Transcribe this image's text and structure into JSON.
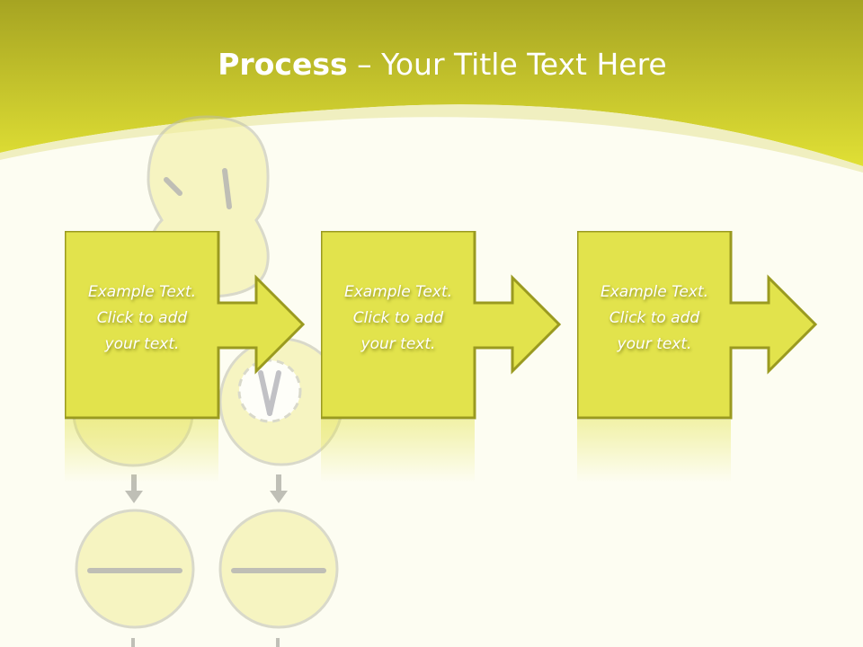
{
  "title": {
    "bold": "Process",
    "rest": " – Your Title Text Here"
  },
  "steps": [
    {
      "line1": "Example Text.",
      "line2": "Click  to add",
      "line3": "your text."
    },
    {
      "line1": "Example Text.",
      "line2": "Click  to add",
      "line3": "your text."
    },
    {
      "line1": "Example Text.",
      "line2": "Click  to add",
      "line3": "your text."
    }
  ],
  "colors": {
    "header": "#c8cc2a",
    "shape_fill": "#e2e34c",
    "shape_stroke": "#9a9a20",
    "background": "#fdfdf2"
  }
}
